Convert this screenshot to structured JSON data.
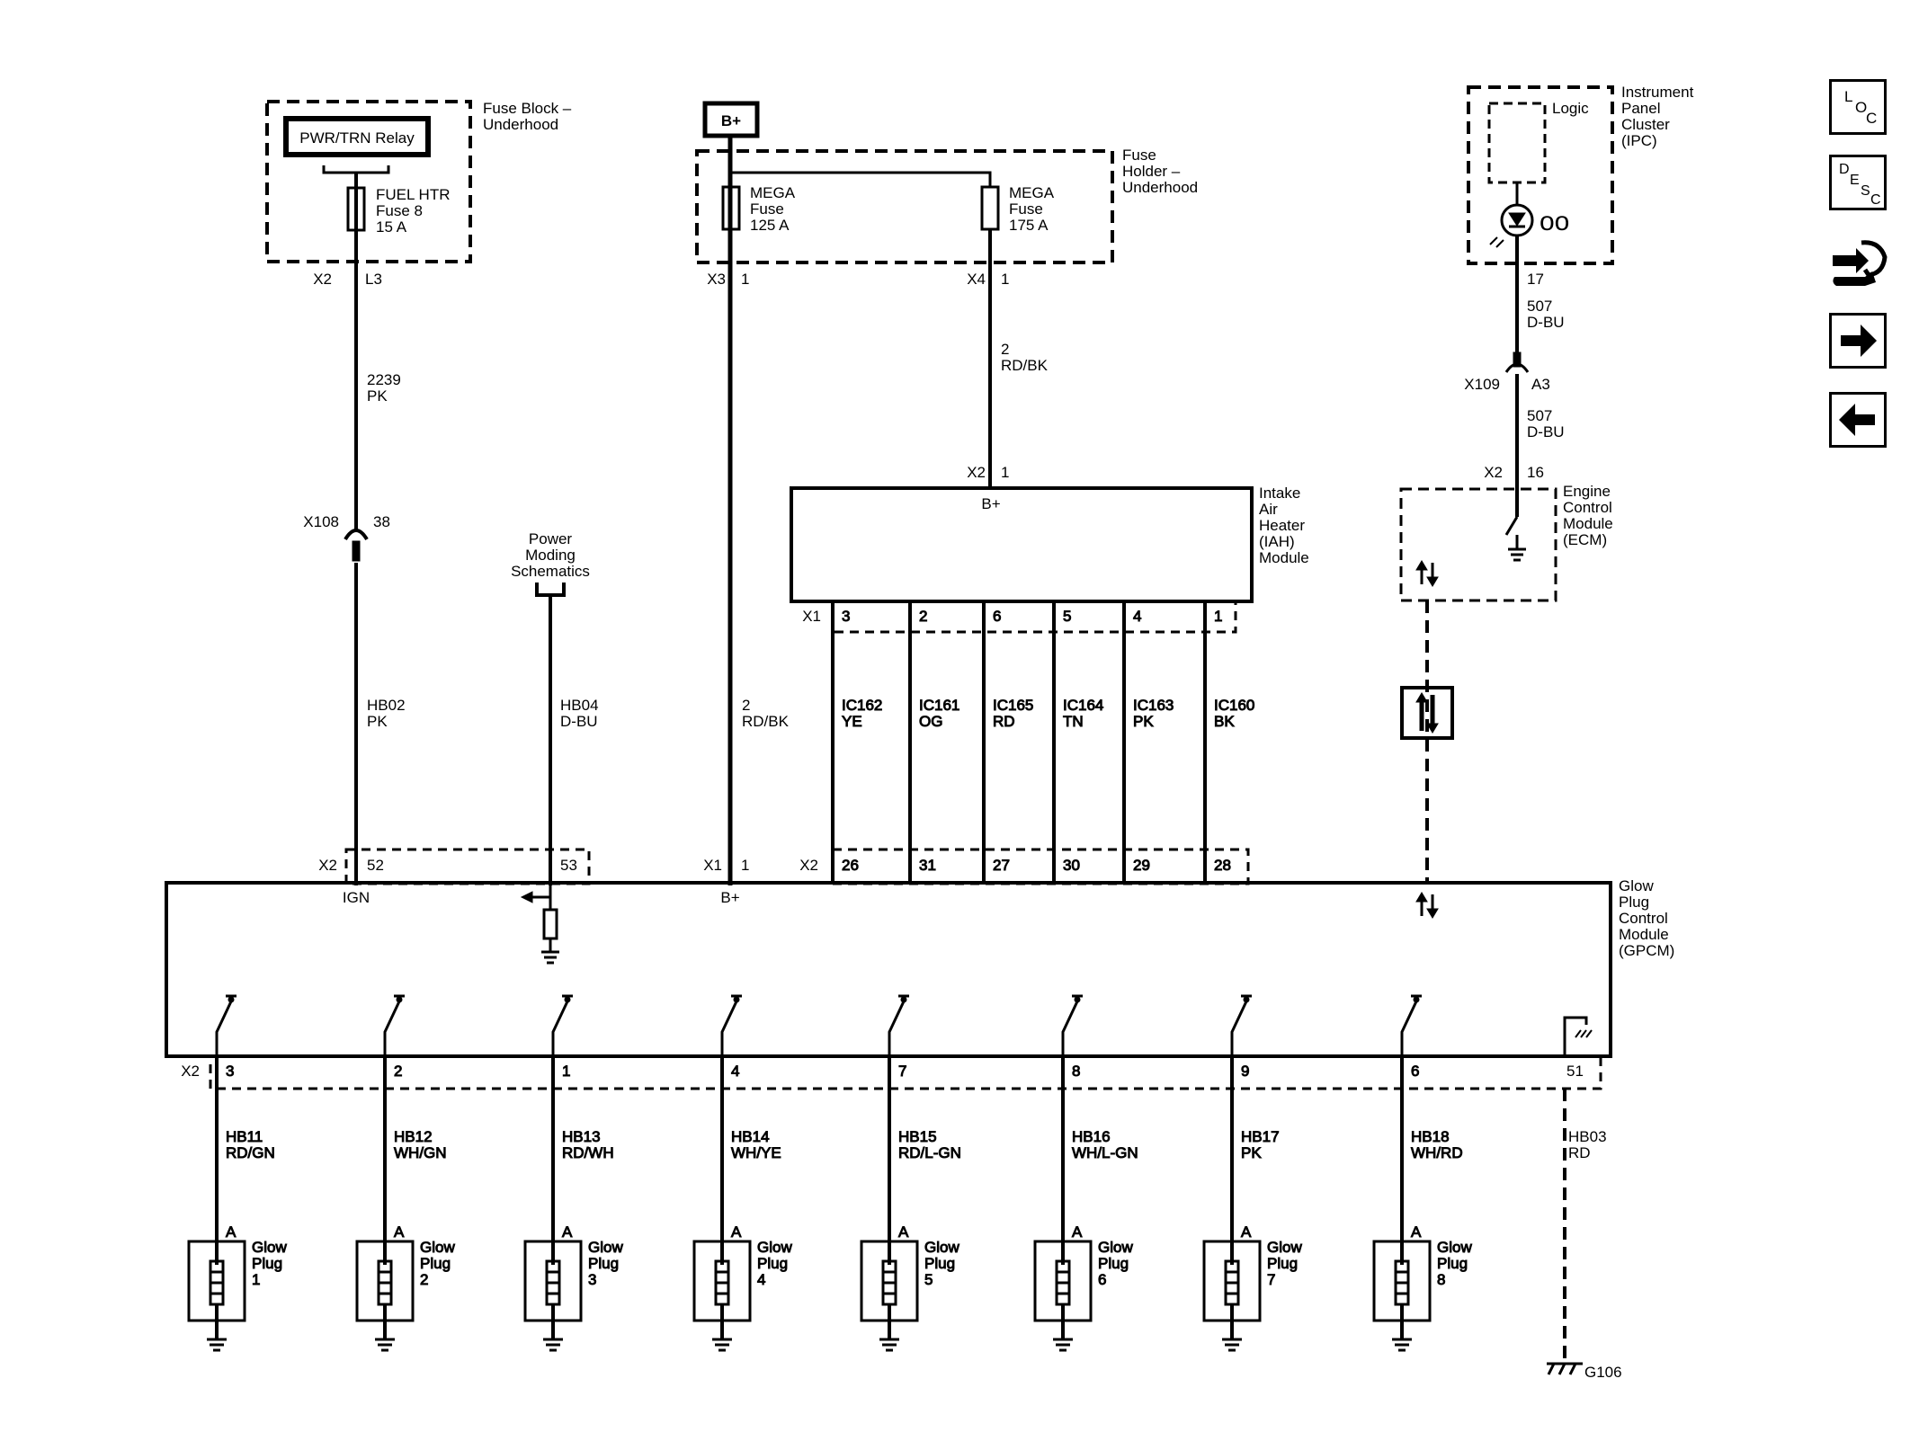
{
  "fuse_block": {
    "title": [
      "Fuse Block –",
      "Underhood"
    ],
    "relay": "PWR/TRN Relay",
    "fuse": [
      "FUEL HTR",
      "Fuse 8",
      "15 A"
    ]
  },
  "b_plus_source": "B+",
  "fuse_holder": {
    "title": [
      "Fuse",
      "Holder –",
      "Underhood"
    ],
    "mega_1": [
      "MEGA",
      "Fuse",
      "125 A"
    ],
    "mega_2": [
      "MEGA",
      "Fuse",
      "175 A"
    ]
  },
  "ipc": {
    "title": [
      "Instrument",
      "Panel",
      "Cluster",
      "(IPC)"
    ],
    "logic": "Logic"
  },
  "ecm": {
    "title": [
      "Engine",
      "Control",
      "Module",
      "(ECM)"
    ]
  },
  "iah": {
    "title": [
      "Intake",
      "Air",
      "Heater",
      "(IAH)",
      "Module"
    ],
    "b_plus": "B+"
  },
  "gpcm": {
    "title": [
      "Glow",
      "Plug",
      "Control",
      "Module",
      "(GPCM)"
    ],
    "ign": "IGN",
    "b_plus": "B+"
  },
  "power_moding": [
    "Power",
    "Moding",
    "Schematics"
  ],
  "connectors": {
    "fb_x2": "X2",
    "fb_l3": "L3",
    "x108": "X108",
    "x108_pin": "38",
    "fh_x3": "X3",
    "fh_x3_pin": "1",
    "fh_x4": "X4",
    "fh_x4_pin": "1",
    "iah_x2": "X2",
    "iah_x2_pin": "1",
    "iah_x1": "X1",
    "ipc_pin": "17",
    "x109": "X109",
    "x109_pin": "A3",
    "ecm_x2": "X2",
    "ecm_pin": "16",
    "gp_x2a": "X2",
    "gp_52": "52",
    "gp_53": "53",
    "gp_x1": "X1",
    "gp_x1_pin": "1",
    "gp_x2b": "X2",
    "gp_x2c": "X2",
    "gp_51": "51"
  },
  "wires": {
    "w2239": [
      "2239",
      "PK"
    ],
    "hb02": [
      "HB02",
      "PK"
    ],
    "hb04": [
      "HB04",
      "D-BU"
    ],
    "b_main": [
      "2",
      "RD/BK"
    ],
    "b_iah": [
      "2",
      "RD/BK"
    ],
    "w507a": [
      "507",
      "D-BU"
    ],
    "w507b": [
      "507",
      "D-BU"
    ],
    "hb03": [
      "HB03",
      "RD"
    ]
  },
  "iah_lines": [
    {
      "iah_pin": "3",
      "circuit": "IC162",
      "color": "YE",
      "gp_pin": "26"
    },
    {
      "iah_pin": "2",
      "circuit": "IC161",
      "color": "OG",
      "gp_pin": "31"
    },
    {
      "iah_pin": "6",
      "circuit": "IC165",
      "color": "RD",
      "gp_pin": "27"
    },
    {
      "iah_pin": "5",
      "circuit": "IC164",
      "color": "TN",
      "gp_pin": "30"
    },
    {
      "iah_pin": "4",
      "circuit": "IC163",
      "color": "PK",
      "gp_pin": "29"
    },
    {
      "iah_pin": "1",
      "circuit": "IC160",
      "color": "BK",
      "gp_pin": "28"
    }
  ],
  "glow_plugs": [
    {
      "pin": "3",
      "circuit": "HB11",
      "color": "RD/GN",
      "term": "A",
      "name": [
        "Glow",
        "Plug",
        "1"
      ]
    },
    {
      "pin": "2",
      "circuit": "HB12",
      "color": "WH/GN",
      "term": "A",
      "name": [
        "Glow",
        "Plug",
        "2"
      ]
    },
    {
      "pin": "1",
      "circuit": "HB13",
      "color": "RD/WH",
      "term": "A",
      "name": [
        "Glow",
        "Plug",
        "3"
      ]
    },
    {
      "pin": "4",
      "circuit": "HB14",
      "color": "WH/YE",
      "term": "A",
      "name": [
        "Glow",
        "Plug",
        "4"
      ]
    },
    {
      "pin": "7",
      "circuit": "HB15",
      "color": "RD/L-GN",
      "term": "A",
      "name": [
        "Glow",
        "Plug",
        "5"
      ]
    },
    {
      "pin": "8",
      "circuit": "HB16",
      "color": "WH/L-GN",
      "term": "A",
      "name": [
        "Glow",
        "Plug",
        "6"
      ]
    },
    {
      "pin": "9",
      "circuit": "HB17",
      "color": "PK",
      "term": "A",
      "name": [
        "Glow",
        "Plug",
        "7"
      ]
    },
    {
      "pin": "6",
      "circuit": "HB18",
      "color": "WH/RD",
      "term": "A",
      "name": [
        "Glow",
        "Plug",
        "8"
      ]
    }
  ],
  "ground": "G106",
  "nav": {
    "loc": [
      "L",
      "O",
      "C"
    ],
    "desc": [
      "D",
      "E",
      "S",
      "C"
    ],
    "icons": [
      "loc-icon",
      "desc-icon",
      "connector-wrench-icon",
      "arrow-right-icon",
      "arrow-left-icon"
    ]
  }
}
